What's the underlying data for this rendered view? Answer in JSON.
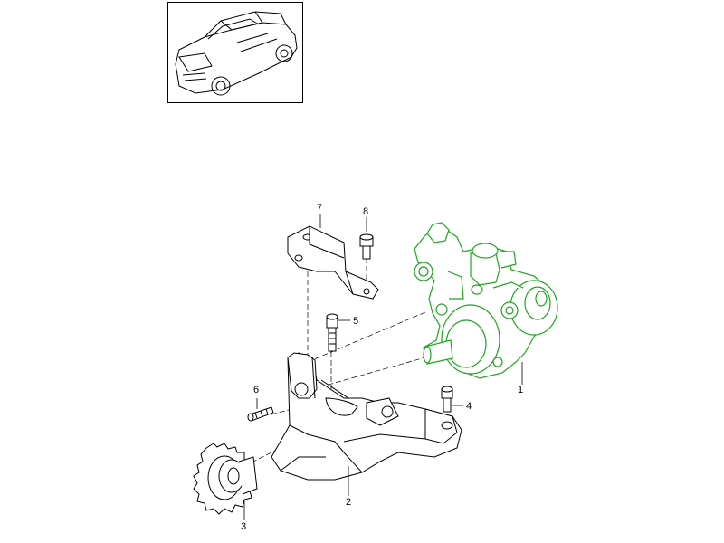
{
  "colors": {
    "highlight": "#1fa51f",
    "line": "#000000",
    "background": "#ffffff"
  },
  "thumbnail": {
    "icon": "vehicle-suv-icon"
  },
  "callouts": [
    {
      "id": "1",
      "label": "1",
      "part": "high-pressure-pump"
    },
    {
      "id": "2",
      "label": "2",
      "part": "pump-bracket"
    },
    {
      "id": "3",
      "label": "3",
      "part": "drive-gear"
    },
    {
      "id": "4",
      "label": "4",
      "part": "bolt"
    },
    {
      "id": "5",
      "label": "5",
      "part": "bolt"
    },
    {
      "id": "6",
      "label": "6",
      "part": "bolt"
    },
    {
      "id": "7",
      "label": "7",
      "part": "support-bracket"
    },
    {
      "id": "8",
      "label": "8",
      "part": "bolt"
    }
  ]
}
